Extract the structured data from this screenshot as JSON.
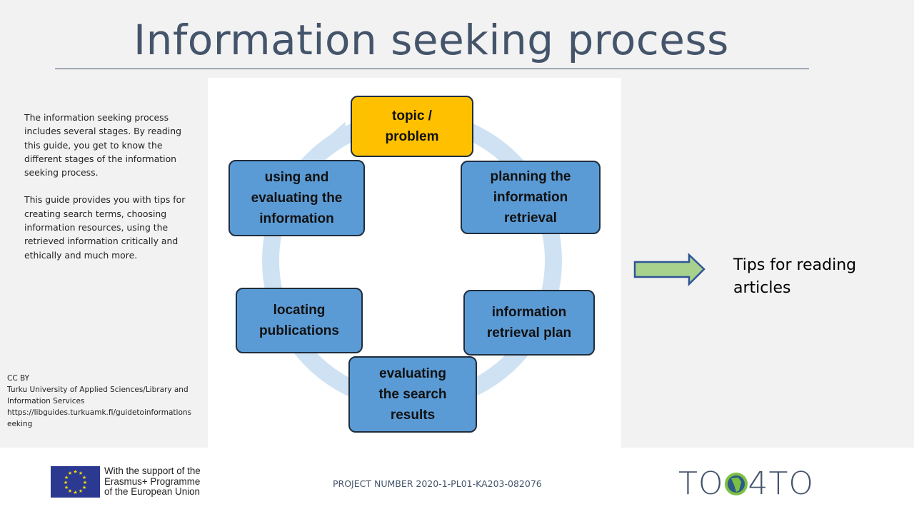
{
  "title": "Information seeking process",
  "intro": {
    "p1": "The information seeking process includes several stages. By reading this guide, you get to know the different stages of the information seeking process.",
    "p2": "This guide provides you with tips for creating search terms, choosing information resources, using the retrieved information critically and ethically and much more."
  },
  "credit": {
    "license": "CC BY",
    "org": "Turku University of Applied Sciences/Library and Information Services",
    "url": "https://libguides.turkuamk.fi/guidetoinformationseeking"
  },
  "diagram": {
    "stages": [
      "topic / problem",
      "planning the information retrieval",
      "information retrieval plan",
      "evaluating the search results",
      "locating publications",
      "using and evaluating the information"
    ],
    "colors": {
      "highlight": "#ffc000",
      "stage": "#5b9bd5",
      "cycle": "#cfe2f3"
    }
  },
  "link": {
    "label": "Tips for reading articles",
    "arrow_color": "#a9d18e"
  },
  "footer": {
    "eu_text": "With the support of the Erasmus+ Programme of the European Union",
    "project": "PROJECT NUMBER 2020-1-PL01-KA203-082076",
    "logo_left": "TO",
    "logo_right": "4TO"
  }
}
